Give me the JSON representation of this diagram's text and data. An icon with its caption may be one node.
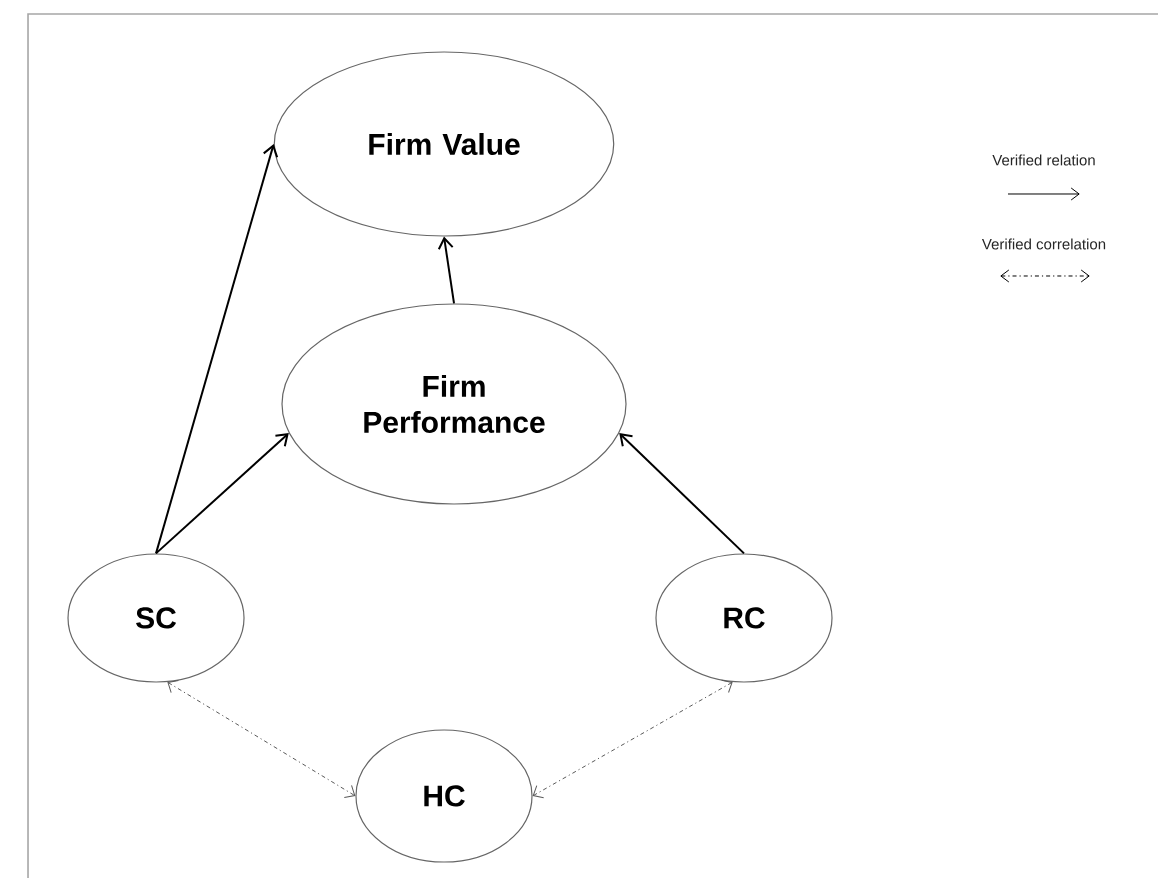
{
  "diagram": {
    "nodes": [
      {
        "text": [
          "Firm Value"
        ]
      },
      {
        "text": [
          "Firm Performance"
        ]
      },
      {
        "text": [
          "SC"
        ]
      },
      {
        "text": [
          "RC"
        ]
      },
      {
        "text": [
          "HC"
        ]
      }
    ],
    "edges": [
      {
        "from": 1,
        "to": 0,
        "arrow": "to"
      },
      {
        "from": 2,
        "to": 0,
        "arrow": "to"
      },
      {
        "from": 2,
        "to": 1,
        "arrow": "to"
      },
      {
        "from": 3,
        "to": 1,
        "arrow": "to"
      },
      {
        "from": 2,
        "to": 4,
        "arrow": "both",
        "style": "dashed"
      },
      {
        "from": 3,
        "to": 4,
        "arrow": "both",
        "style": "dashed"
      }
    ],
    "legend": [
      {
        "text": "Verified relation"
      },
      {
        "text": "Verified correlation"
      }
    ]
  }
}
